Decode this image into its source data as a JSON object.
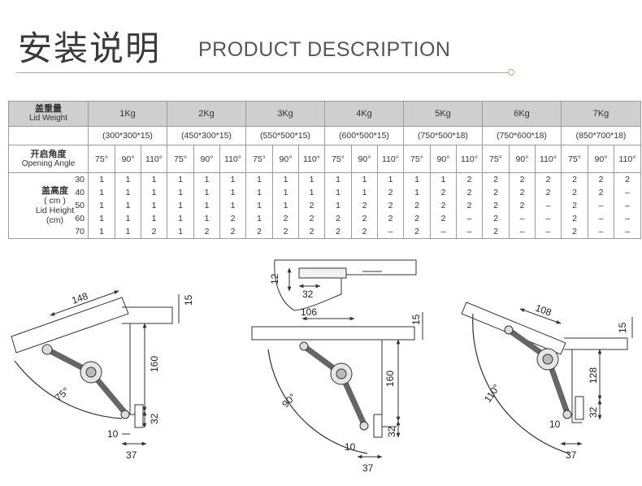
{
  "header": {
    "title_cn": "安装说明",
    "title_en": "PRODUCT DESCRIPTION"
  },
  "colors": {
    "accent": "#d9a06a",
    "header_fill": "#cfcfcf",
    "line": "#9a9a9a"
  },
  "table": {
    "weight_label_cn": "盖重量",
    "weight_label_en": "Lid Weight",
    "angle_label_cn": "开启角度",
    "angle_label_en": "Opening Angle",
    "height_label_cn": "盖高度",
    "height_label_unit": "( cm )",
    "height_label_en1": "Lid Height",
    "height_label_en2": "(cm)",
    "heights": [
      "30",
      "40",
      "50",
      "60",
      "70"
    ],
    "angles": [
      "75°",
      "90°",
      "110°"
    ],
    "groups": [
      {
        "weight": "1Kg",
        "size": "(300*300*15)",
        "values": [
          [
            "1",
            "1",
            "1",
            "1",
            "1"
          ],
          [
            "1",
            "1",
            "1",
            "1",
            "1"
          ],
          [
            "1",
            "1",
            "1",
            "1",
            "2"
          ]
        ]
      },
      {
        "weight": "2Kg",
        "size": "(450*300*15)",
        "values": [
          [
            "1",
            "1",
            "1",
            "1",
            "1"
          ],
          [
            "1",
            "1",
            "1",
            "1",
            "2"
          ],
          [
            "1",
            "1",
            "1",
            "2",
            "2"
          ]
        ]
      },
      {
        "weight": "3Kg",
        "size": "(550*500*15)",
        "values": [
          [
            "1",
            "1",
            "1",
            "1",
            "2"
          ],
          [
            "1",
            "1",
            "1",
            "2",
            "2"
          ],
          [
            "1",
            "1",
            "2",
            "2",
            "2"
          ]
        ]
      },
      {
        "weight": "4Kg",
        "size": "(600*500*15)",
        "values": [
          [
            "1",
            "1",
            "1",
            "2",
            "2"
          ],
          [
            "1",
            "1",
            "2",
            "2",
            "2"
          ],
          [
            "1",
            "2",
            "2",
            "2",
            "–"
          ]
        ]
      },
      {
        "weight": "5Kg",
        "size": "(750*500*18)",
        "values": [
          [
            "1",
            "1",
            "2",
            "2",
            "2"
          ],
          [
            "1",
            "2",
            "2",
            "2",
            "–"
          ],
          [
            "2",
            "2",
            "2",
            "–",
            "–"
          ]
        ]
      },
      {
        "weight": "6Kg",
        "size": "(750*600*18)",
        "values": [
          [
            "2",
            "2",
            "2",
            "2",
            "2"
          ],
          [
            "2",
            "2",
            "2",
            "–",
            "–"
          ],
          [
            "2",
            "2",
            "–",
            "–",
            "–"
          ]
        ]
      },
      {
        "weight": "7Kg",
        "size": "(850*700*18)",
        "values": [
          [
            "2",
            "2",
            "2",
            "2",
            "2"
          ],
          [
            "2",
            "2",
            "–",
            "–",
            "–"
          ],
          [
            "2",
            "–",
            "–",
            "–",
            "–"
          ]
        ]
      }
    ]
  },
  "diagrams": {
    "left": {
      "angle": "75°",
      "d_top": "148",
      "d_thick": "15",
      "d_height": "160",
      "d_32": "32",
      "d_10": "10",
      "d_37": "37"
    },
    "middle": {
      "angle": "90°",
      "d_top": "106",
      "d_thick": "15",
      "d_height": "160",
      "d_32": "32",
      "d_10": "10",
      "d_37": "37",
      "detail_12": "12",
      "detail_32": "32"
    },
    "right": {
      "angle": "110°",
      "d_top": "108",
      "d_thick": "15",
      "d_height": "128",
      "d_32": "32",
      "d_10": "10",
      "d_37": "37"
    }
  }
}
